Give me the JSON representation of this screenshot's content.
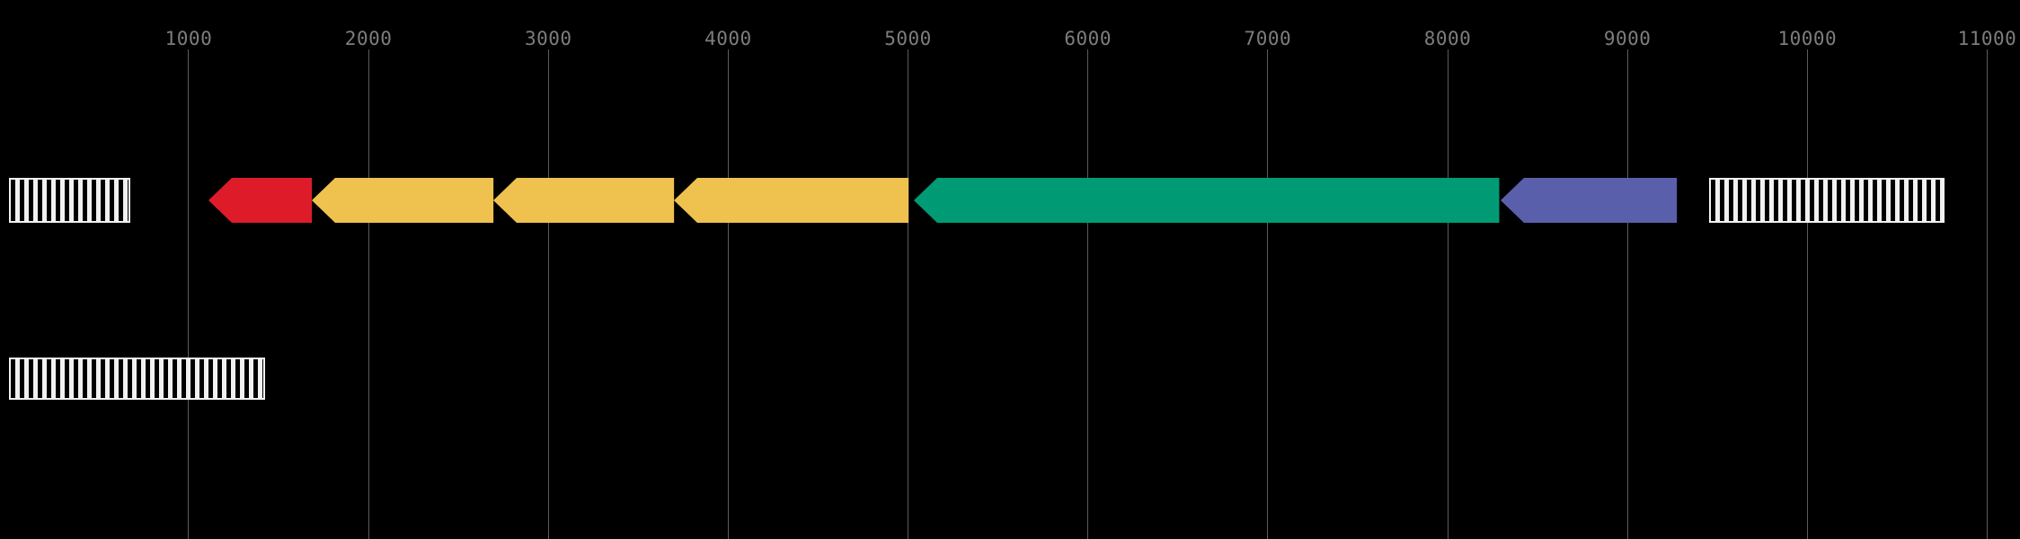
{
  "chart_data": {
    "type": "bar",
    "title": "",
    "xlabel": "",
    "ylabel": "",
    "grid": true,
    "legend_position": "none",
    "axis": {
      "min": 0,
      "max": 11600,
      "tick_interval": 1000,
      "tick_labels": [
        "1000",
        "2000",
        "3000",
        "4000",
        "5000",
        "6000",
        "7000",
        "8000",
        "9000",
        "10000",
        "11000"
      ],
      "tick_values": [
        1000,
        2000,
        3000,
        4000,
        5000,
        6000,
        7000,
        8000,
        9000,
        10000,
        11000
      ]
    },
    "tracks": [
      {
        "name": "track-1",
        "features": [
          {
            "id": "f1",
            "kind": "hatched",
            "start": 0,
            "end": 675,
            "strand": "none",
            "color": "#f1f1f1"
          },
          {
            "id": "f2",
            "kind": "arrow",
            "start": 1110,
            "end": 1685,
            "strand": "reverse",
            "color": "#de1b28"
          },
          {
            "id": "f3",
            "kind": "arrow",
            "start": 1685,
            "end": 2695,
            "strand": "reverse",
            "color": "#efc14e"
          },
          {
            "id": "f4",
            "kind": "arrow",
            "start": 2695,
            "end": 3700,
            "strand": "reverse",
            "color": "#efc14e"
          },
          {
            "id": "f5",
            "kind": "arrow",
            "start": 3700,
            "end": 5005,
            "strand": "reverse",
            "color": "#efc14e"
          },
          {
            "id": "f6",
            "kind": "arrow",
            "start": 5030,
            "end": 8285,
            "strand": "reverse",
            "color": "#009b74"
          },
          {
            "id": "f7",
            "kind": "arrow",
            "start": 8295,
            "end": 9275,
            "strand": "reverse",
            "color": "#5a5fac"
          },
          {
            "id": "f8",
            "kind": "hatched",
            "start": 9455,
            "end": 10765,
            "strand": "none",
            "color": "#f1f1f1"
          }
        ]
      },
      {
        "name": "track-2",
        "features": [
          {
            "id": "g1",
            "kind": "hatched",
            "start": 0,
            "end": 1425,
            "strand": "none",
            "color": "#f1f1f1"
          }
        ]
      }
    ],
    "colors": {
      "background": "#000000",
      "gridline": "#5c5c5c",
      "tick_text": "#7d7d7d",
      "red": "#de1b28",
      "yellow": "#efc14e",
      "green": "#009b74",
      "purple": "#5a5fac",
      "hatch": "#f1f1f1"
    }
  }
}
